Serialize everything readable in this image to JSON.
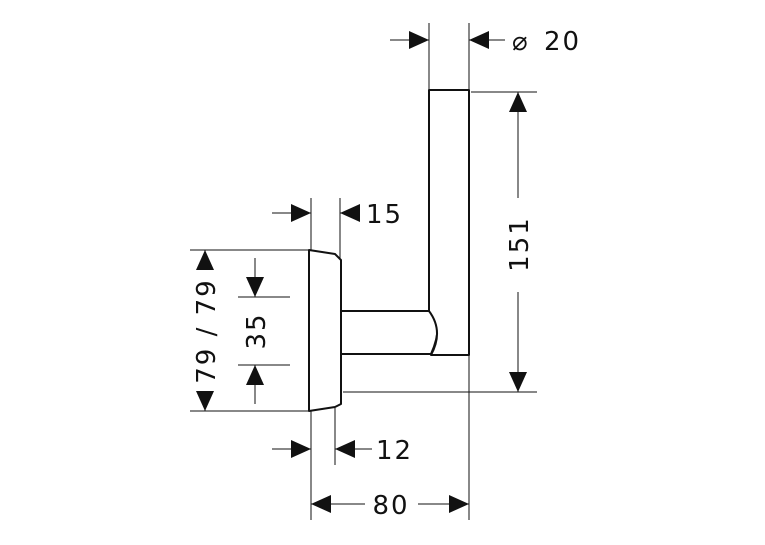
{
  "drawing": {
    "dimensions": {
      "diameter": "20",
      "diameter_symbol": "⌀",
      "height": "151",
      "flange_top_depth": "15",
      "rosette_span": "79 / 79",
      "center_distance": "35",
      "flange_bottom_depth": "12",
      "total_depth": "80"
    },
    "colors": {
      "stroke": "#111111",
      "background": "#ffffff"
    }
  }
}
